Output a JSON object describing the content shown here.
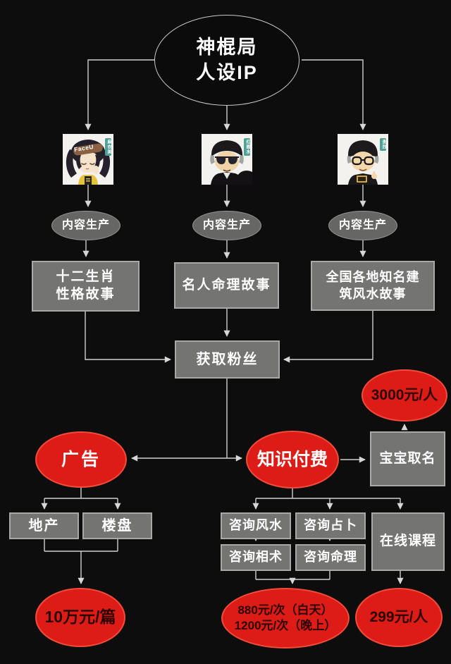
{
  "diagram": {
    "background": "#0d0d0d",
    "accent_red": "#dd1b17",
    "line_color": "#d6d6d6",
    "root": {
      "line1": "神棍局",
      "line2": "人设IP"
    },
    "avatars": [
      {
        "headband": "FaceU",
        "tag": "麻衣美"
      },
      {
        "tag": "红图水"
      },
      {
        "tag": "贵烈"
      }
    ],
    "production_labels": [
      "内容生产",
      "内容生产",
      "内容生产"
    ],
    "content_boxes": [
      {
        "line1": "十二生肖",
        "line2": "性格故事"
      },
      {
        "line1": "名人命理故事",
        "line2": ""
      },
      {
        "line1": "全国各地知名建",
        "line2": "筑风水故事"
      }
    ],
    "fans_box": "获取粉丝",
    "monetize": {
      "ad": "广告",
      "knowledge": "知识付费",
      "baby_naming": "宝宝取名",
      "baby_price": "3000元/人"
    },
    "ad_children": [
      "地产",
      "楼盘"
    ],
    "ad_price": "10万元/篇",
    "consult_boxes": [
      "咨询风水",
      "咨询占卜",
      "咨询相术",
      "咨询命理"
    ],
    "online_course": "在线课程",
    "consult_price": {
      "line1": "880元/次（白天）",
      "line2": "1200元/次（晚上）"
    },
    "course_price": "299元/人"
  }
}
